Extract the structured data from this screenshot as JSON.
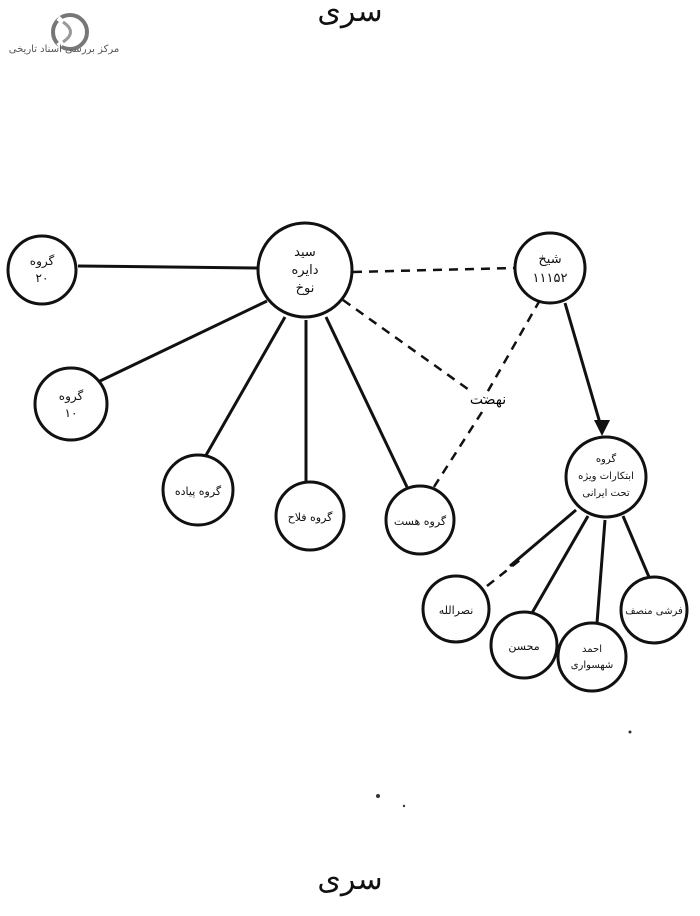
{
  "header": {
    "top_mark": "سری",
    "bottom_mark": "سری"
  },
  "logo": {
    "text": "مرکز بررسی اسناد تاریخی"
  },
  "diagram": {
    "nodes": [
      {
        "id": "n-hub",
        "lines": [
          "سید",
          "دایره",
          "نوخ"
        ]
      },
      {
        "id": "n-left-top",
        "lines": [
          "گروه",
          "۲۰"
        ]
      },
      {
        "id": "n-left-mid",
        "lines": [
          "گروه",
          "۱۰"
        ]
      },
      {
        "id": "n-bottom-1",
        "lines": [
          "گروه پیاده"
        ]
      },
      {
        "id": "n-bottom-2",
        "lines": [
          "گروه فلاح"
        ]
      },
      {
        "id": "n-bottom-3",
        "lines": [
          "گروه هست"
        ]
      },
      {
        "id": "n-right-top",
        "lines": [
          "شیخ",
          "۱۱۱۵۲"
        ]
      },
      {
        "id": "n-right-mid",
        "lines": [
          "گروه",
          "ابتکارات ویژه",
          "تحت ایرانی"
        ]
      },
      {
        "id": "n-sub-1",
        "lines": [
          "نصرالله"
        ]
      },
      {
        "id": "n-sub-2",
        "lines": [
          "محسن"
        ]
      },
      {
        "id": "n-sub-3",
        "lines": [
          "احمد",
          "شهسواری"
        ]
      },
      {
        "id": "n-sub-4",
        "lines": [
          "فرشی منصف"
        ]
      }
    ],
    "midpoint_label": "نهضت"
  }
}
